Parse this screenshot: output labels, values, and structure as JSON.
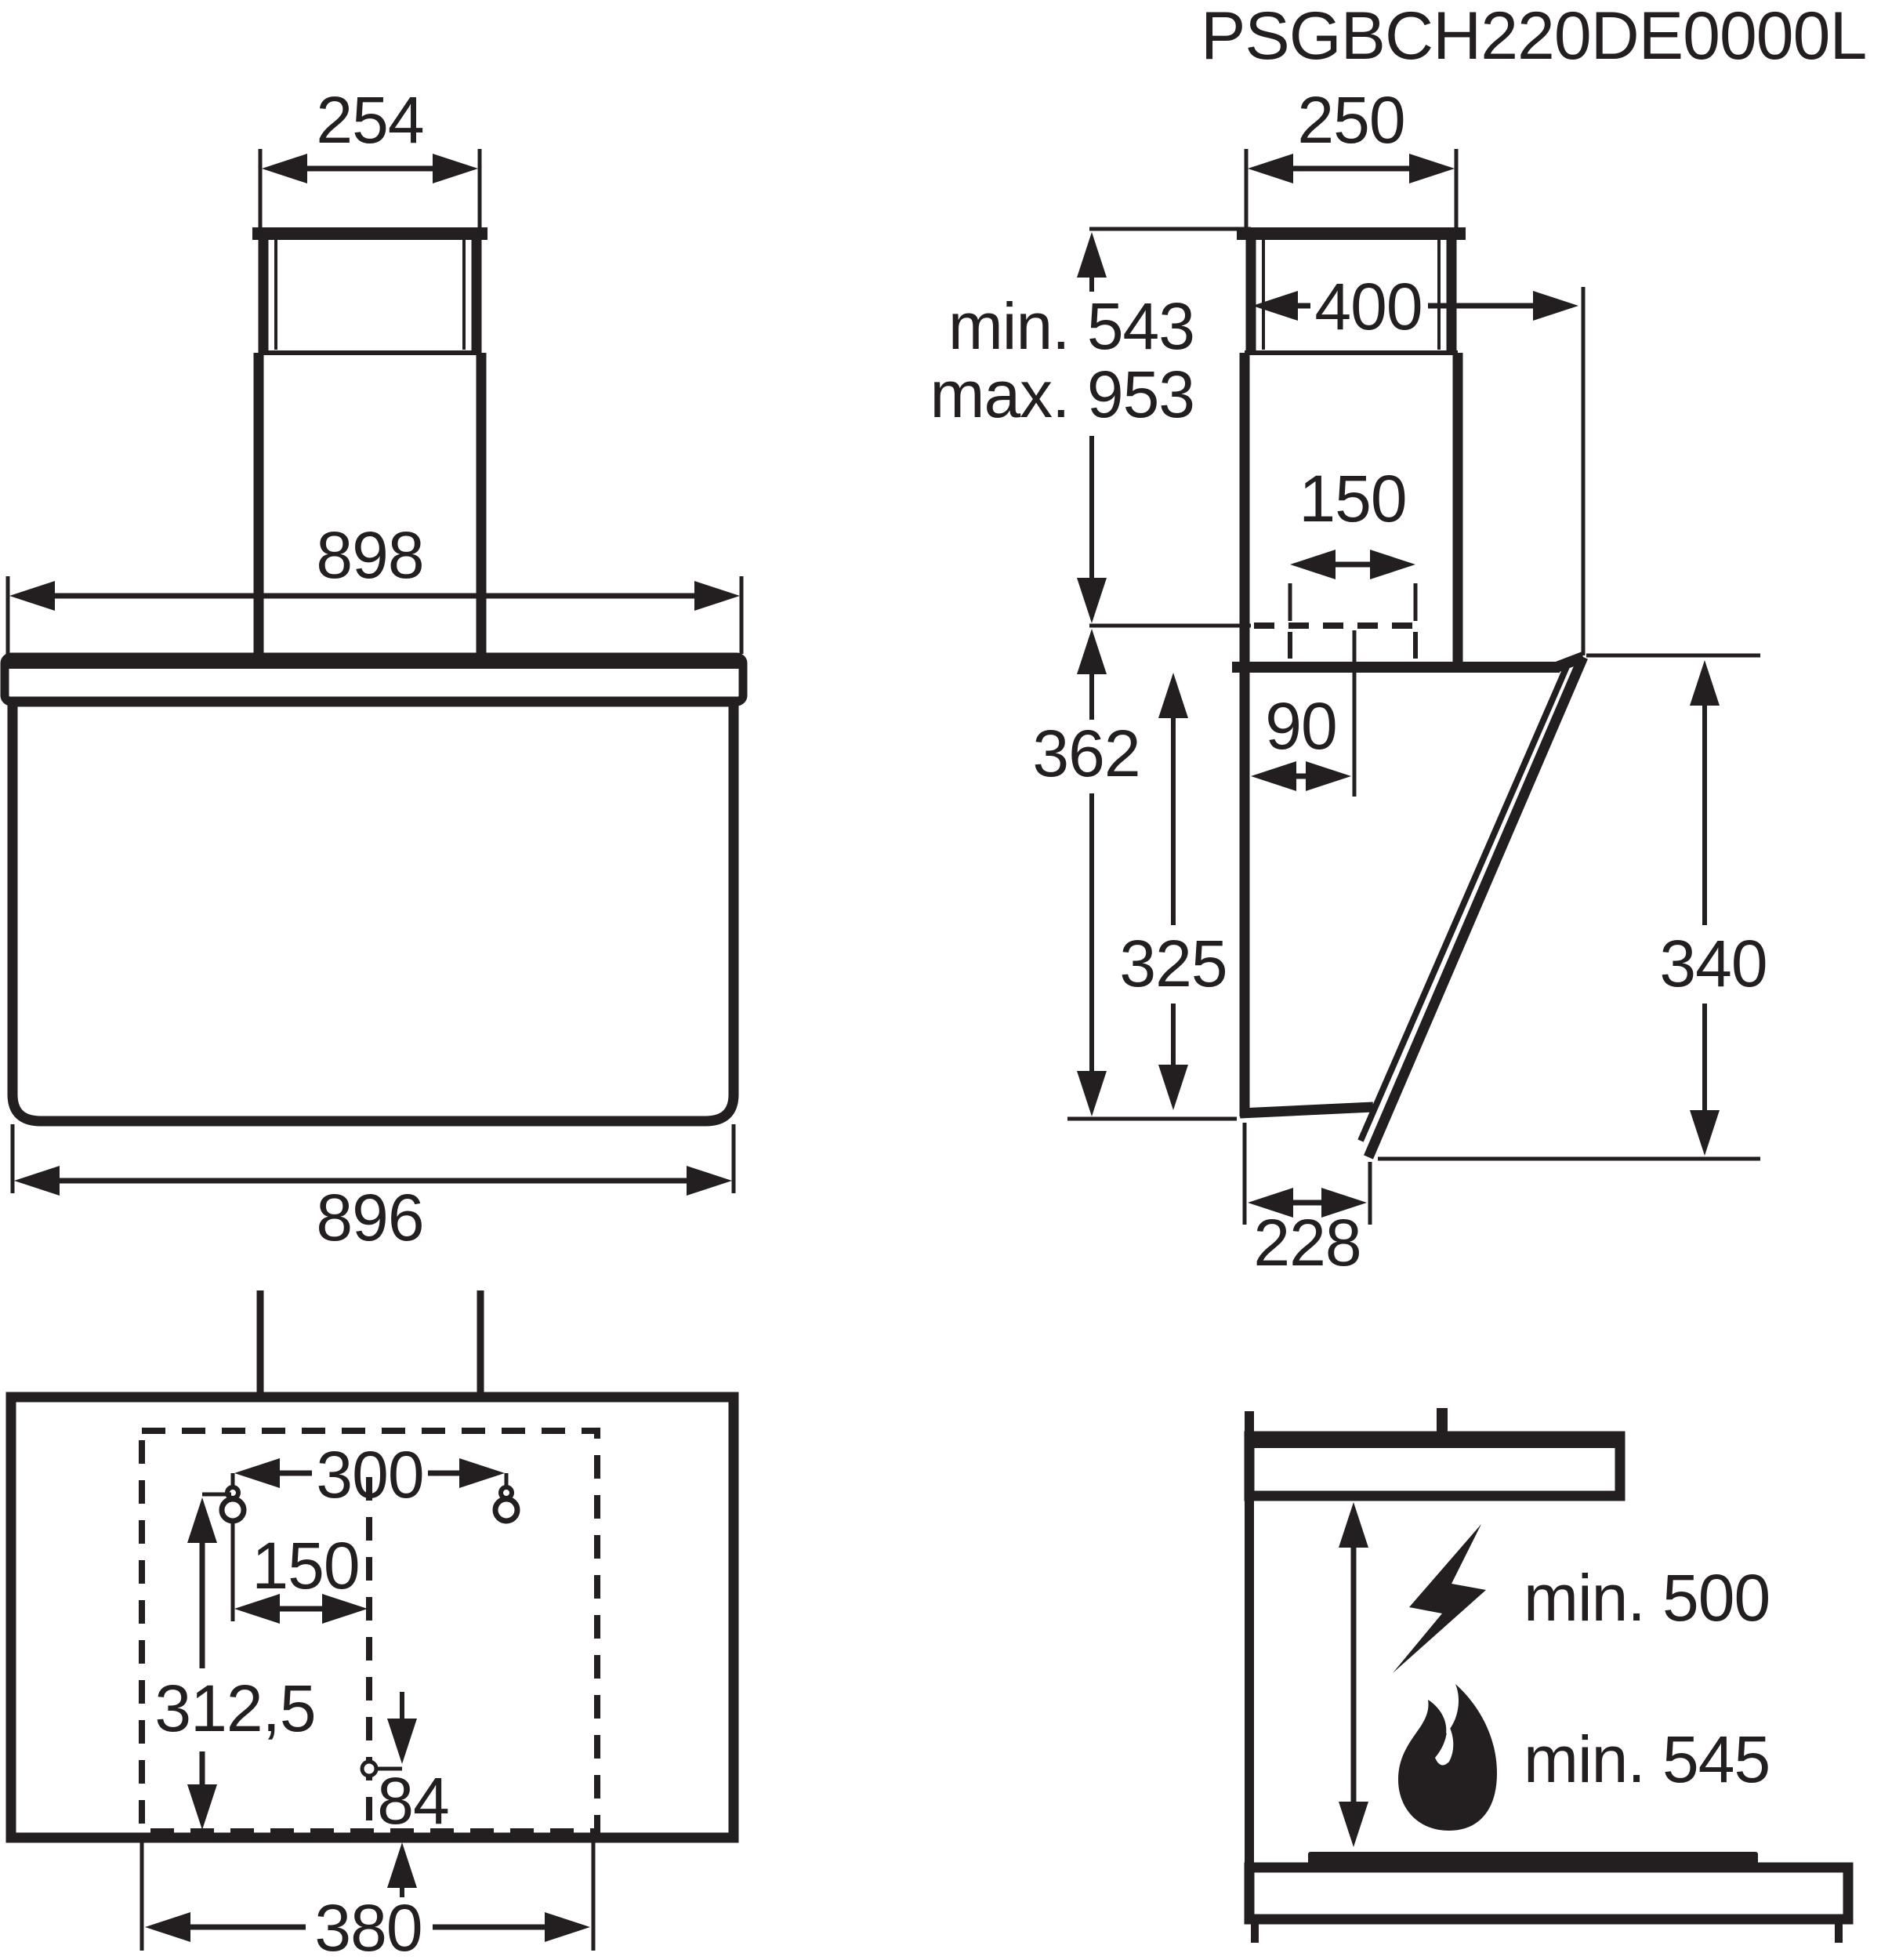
{
  "title": "PSGBCH220DE0000L",
  "colors": {
    "ink": "#231f20",
    "background": "#ffffff"
  },
  "front_view": {
    "description": "front elevation of chimney hood",
    "chimney_width": "254",
    "top_width": "898",
    "body_width": "896"
  },
  "side_view": {
    "description": "side elevation with angled glass front",
    "chimney_depth": "250",
    "telescope_min": "min. 543",
    "telescope_max": "max. 953",
    "total_depth": "400",
    "duct_width": "150",
    "duct_front_offset": "90",
    "rear_height": "362",
    "body_height": "325",
    "front_glass_height": "340",
    "bottom_depth": "228"
  },
  "mounting_template": {
    "description": "wall mounting template with keyhole screw slots",
    "screw_spacing": "300",
    "screw_to_center": "150",
    "vertical_span": "312,5",
    "lower_hole_offset": "84",
    "template_width": "380"
  },
  "clearance_view": {
    "description": "minimum clearance above hob",
    "electric_hob_clearance": "min. 500",
    "gas_hob_clearance": "min. 545",
    "electric_icon": "lightning-icon",
    "gas_icon": "flame-icon"
  }
}
